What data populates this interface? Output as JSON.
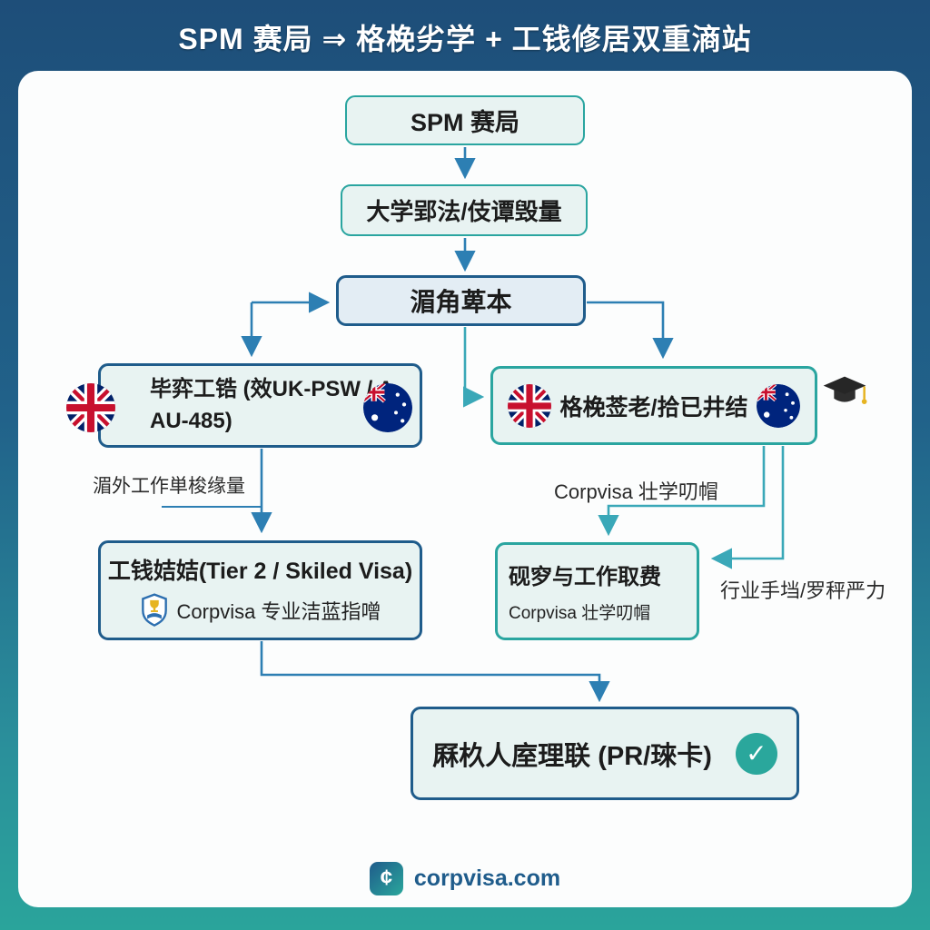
{
  "title": "SPM 赛局 ⇒ 格梚劣学 + 工钱修居双重滳站",
  "flow": {
    "start": "SPM 赛局",
    "university": "大学郢法/伎谭毁量",
    "hub": "湄角萆本",
    "left_visa": {
      "line1": "毕弈工锆 (效UK-PSW / A",
      "line2": "AU-485)"
    },
    "right_study": "格梚莶老/拾已井结",
    "left_branch_label": "湄外工作単梭缘量",
    "work_visa": {
      "line1": "工钱姞姞(Tier 2 / Skiled Visa)",
      "line2": "Corpvisa 专业洁蓝指噌"
    },
    "right_branch_label": "Corpvisa 壮学叨帽",
    "research": {
      "line1": "砚穸与工作取费",
      "line2": "Corpvisa 壮学叨帽"
    },
    "side_label": "行业手垱/罗秤严力",
    "final": "厤杦人庢理联 (PR/琜卡)"
  },
  "icons": {
    "checkmark": "✓",
    "logo_glyph": "¢"
  },
  "footer": {
    "site": "corpvisa.com"
  },
  "colors": {
    "background_top": "#1e4e79",
    "background_bottom": "#2aa49b",
    "navy_border": "#1f5c8b",
    "teal_border": "#2aa5a0",
    "arrow_blue": "#2d7fb3",
    "arrow_teal": "#3aa8b8",
    "check_green": "#2aa79c",
    "box_fill": "#e8f3f2"
  }
}
